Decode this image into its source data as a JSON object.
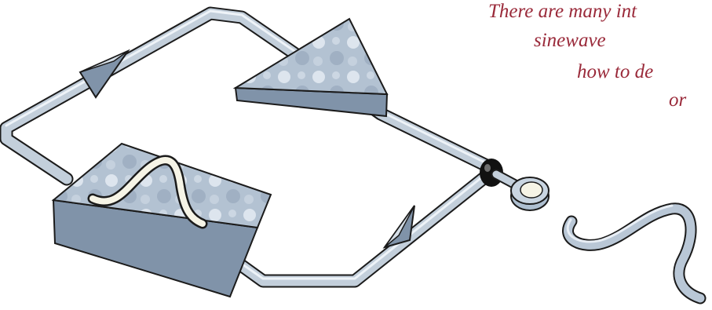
{
  "caption": {
    "lines": [
      "There are many int",
      "sinewave",
      "how to de",
      "or"
    ],
    "color": "#9a2a3a"
  },
  "illustration": {
    "components": [
      "amplifier-triangle",
      "filter-block-with-sinewave",
      "feedback-pipe-loop",
      "direction-arrow-upper-left",
      "direction-arrow-lower",
      "junction-node",
      "output-ring",
      "sinewave-output-ribbon"
    ],
    "colors": {
      "pipe": "#bfcbd8",
      "surface": "#aebfd0",
      "outline": "#1b1b1b",
      "junction": "#111111"
    }
  }
}
